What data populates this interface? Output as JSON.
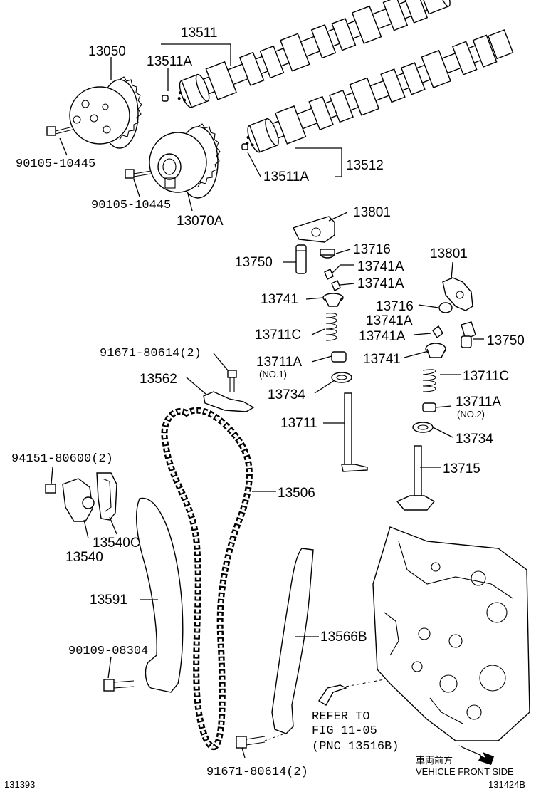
{
  "labels": {
    "camshaft_no1": "13511",
    "camshaft_pin_upper": "13511A",
    "cam_timing_gear_intake": "13050",
    "bolt_intake_gear": "90105-10445",
    "cam_timing_gear_exhaust": "13070A",
    "bolt_exhaust_gear": "90105-10445",
    "camshaft_pin_lower": "13511A",
    "camshaft_no2": "13512",
    "rocker_arm_left": "13801",
    "lash_adjuster_left": "13750",
    "shim_left": "13716",
    "keeper_left_a": "13741A",
    "keeper_left_b": "13741A",
    "retainer_left": "13741",
    "spring_left": "13711C",
    "oil_seal_left": "13711A",
    "oil_seal_left_note": "(NO.1)",
    "spring_seat_left": "13734",
    "intake_valve": "13711",
    "rocker_arm_right": "13801",
    "shim_right": "13716",
    "keeper_right_a": "13741A",
    "keeper_right_b": "13741A",
    "lash_adjuster_right": "13750",
    "retainer_right": "13741",
    "spring_right": "13711C",
    "oil_seal_right": "13711A",
    "oil_seal_right_note": "(NO.2)",
    "spring_seat_right": "13734",
    "exhaust_valve": "13715",
    "bolt_tensioner_bracket": "91671-80614(2)",
    "tensioner_bracket": "13562",
    "nut_tensioner": "94151-80600(2)",
    "chain_tensioner": "13540",
    "tensioner_gasket": "13540C",
    "chain": "13506",
    "slipper": "13591",
    "bolt_slipper": "90109-08304",
    "vibration_damper": "13566B",
    "bolt_damper": "91671-80614(2)",
    "refer_line1": "REFER TO",
    "refer_line2": "FIG 11-05",
    "refer_line3": "(PNC 13516B)",
    "front_side_jp": "車両前方",
    "front_side_en": "VEHICLE FRONT SIDE",
    "corner_left": "131393",
    "corner_right": "131424B"
  }
}
